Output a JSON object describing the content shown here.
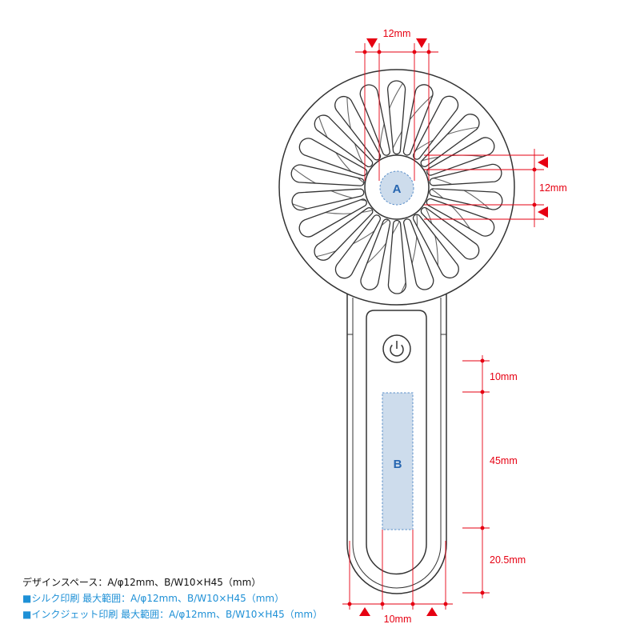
{
  "drawing": {
    "area_a": {
      "label": "A"
    },
    "area_b": {
      "label": "B"
    }
  },
  "dimensions": {
    "top_width": "12mm",
    "right_height": "12mm",
    "handle_upper": "10mm",
    "handle_area": "45mm",
    "handle_lower": "20.5mm",
    "bottom_width": "10mm"
  },
  "notes": {
    "design_space": "デザインスペース：A/φ12mm、B/W10×H45（mm）",
    "silk": "■シルク印刷 最大範囲：A/φ12mm、B/W10×H45（mm）",
    "inkjet": "■インクジェット印刷 最大範囲：A/φ12mm、B/W10×H45（mm）"
  },
  "colors": {
    "dimension": "#e60012",
    "outline": "#333333",
    "print_area_fill": "#cddcec",
    "print_area_stroke": "#5b8fc9",
    "print_area_label": "#2766b0",
    "note_blue": "#1e90d6"
  }
}
